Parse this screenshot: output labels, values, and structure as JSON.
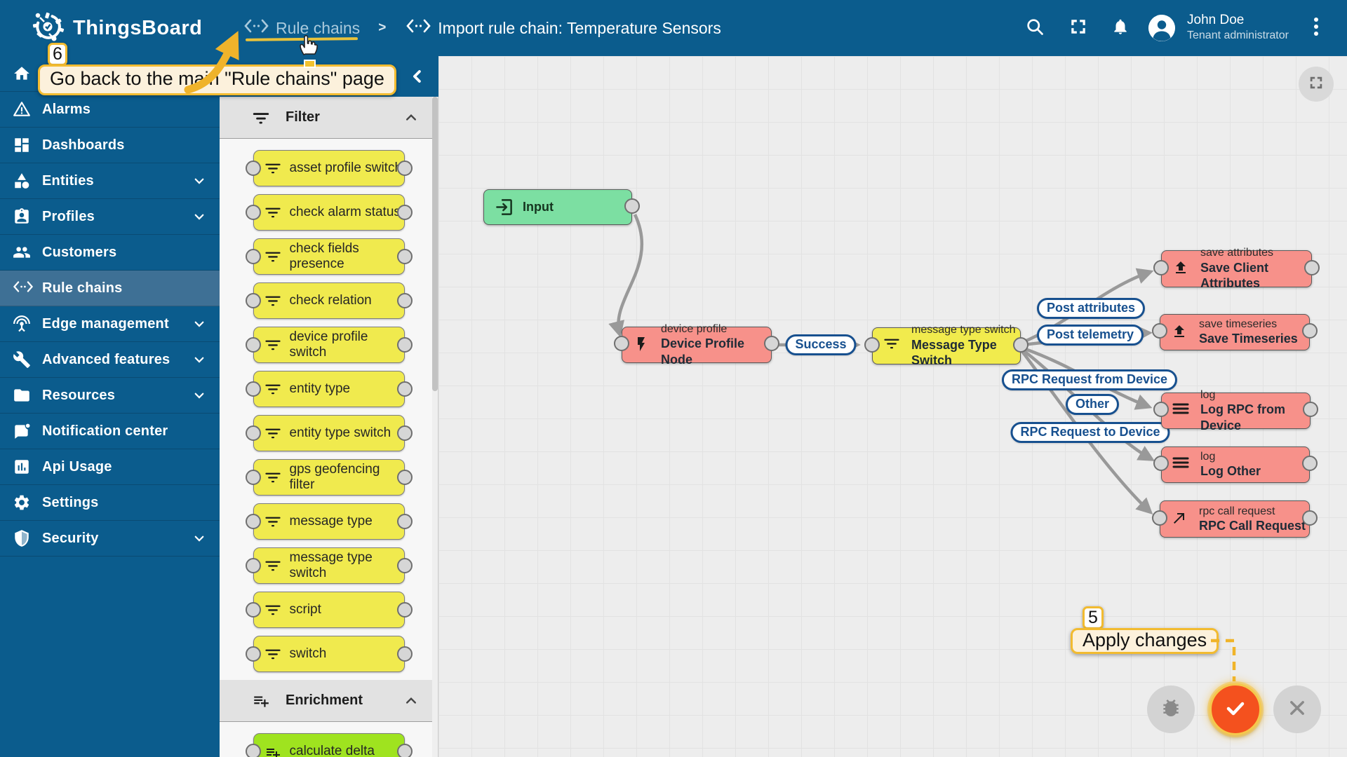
{
  "header": {
    "app_name": "ThingsBoard",
    "breadcrumb": {
      "parent": "Rule chains",
      "separator": ">",
      "current": "Import rule chain: Temperature Sensors"
    },
    "user": {
      "name": "John Doe",
      "role": "Tenant administrator"
    }
  },
  "sidebar": {
    "items": [
      {
        "label": "Alarms"
      },
      {
        "label": "Dashboards"
      },
      {
        "label": "Entities"
      },
      {
        "label": "Profiles"
      },
      {
        "label": "Customers"
      },
      {
        "label": "Rule chains"
      },
      {
        "label": "Edge management"
      },
      {
        "label": "Advanced features"
      },
      {
        "label": "Resources"
      },
      {
        "label": "Notification center"
      },
      {
        "label": "Api Usage"
      },
      {
        "label": "Settings"
      },
      {
        "label": "Security"
      }
    ]
  },
  "palette": {
    "sections": {
      "filter": "Filter",
      "enrichment": "Enrichment"
    },
    "filter_nodes": [
      "asset profile switch",
      "check alarm status",
      "check fields presence",
      "check relation",
      "device profile switch",
      "entity type",
      "entity type switch",
      "gps geofencing filter",
      "message type",
      "message type switch",
      "script",
      "switch"
    ],
    "enrichment_nodes": [
      "calculate delta"
    ]
  },
  "canvas": {
    "nodes": {
      "input": {
        "label": "Input"
      },
      "device_profile": {
        "type": "device profile",
        "name": "Device Profile Node"
      },
      "message_type_switch": {
        "type": "message type switch",
        "name": "Message Type Switch"
      },
      "save_attributes": {
        "type": "save attributes",
        "name": "Save Client Attributes"
      },
      "save_timeseries": {
        "type": "save timeseries",
        "name": "Save Timeseries"
      },
      "log_rpc_from_device": {
        "type": "log",
        "name": "Log RPC from Device"
      },
      "log_other": {
        "type": "log",
        "name": "Log Other"
      },
      "rpc_call_request": {
        "type": "rpc call request",
        "name": "RPC Call Request"
      }
    },
    "link_labels": {
      "success": "Success",
      "post_attributes": "Post attributes",
      "post_telemetry": "Post telemetry",
      "rpc_request_from_device": "RPC Request from Device",
      "other": "Other",
      "rpc_request_to_device": "RPC Request to Device"
    }
  },
  "annotations": {
    "step6": {
      "number": "6",
      "text": "Go back to the main \"Rule chains\" page"
    },
    "step5": {
      "number": "5",
      "text": "Apply changes"
    }
  },
  "colors": {
    "primary_blue": "#0B5C8D",
    "selected_blue": "#3E7095",
    "node_yellow": "#F1EB4D",
    "node_green": "#7CDFA2",
    "node_lime": "#9FE31F",
    "node_salmon": "#F7918A",
    "link_label_navy": "#17508F",
    "link_grey": "#999999",
    "accent_orange": "#F4511E",
    "annotation_gold": "#F2BB30"
  }
}
